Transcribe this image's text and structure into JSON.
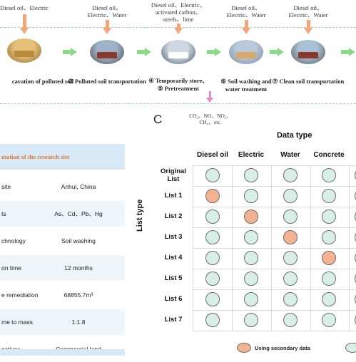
{
  "colors": {
    "primary_circle": "#d8efe8",
    "secondary_circle": "#f4b390",
    "flow_arrow": "#8dd98c",
    "input_arrow": "#f4a57a",
    "emission_arrow": "#e88bc8",
    "header_text": "#e4762f"
  },
  "flow": {
    "inputs": [
      {
        "lines": [
          "Diesel oil、Electric"
        ]
      },
      {
        "lines": [
          "Diesel oil、",
          "Electric、Water"
        ]
      },
      {
        "lines": [
          "Diesel oil、Electric、",
          "activated carbon、",
          "steels、lime"
        ]
      },
      {
        "lines": [
          "Diesel oil、",
          "Electric、Water"
        ]
      },
      {
        "lines": [
          "Diesel oil、",
          "Electric、Water"
        ]
      }
    ],
    "steps": [
      {
        "lines": [
          "cavation of polluted soil"
        ]
      },
      {
        "lines": [
          "③ Polluted soil transportation"
        ]
      },
      {
        "lines": [
          "④ Temporarily store、",
          "⑤ Pretreatment"
        ]
      },
      {
        "lines": [
          "⑥ Soil washing and",
          "water treatment"
        ]
      },
      {
        "lines": [
          "⑦ Clean soil transportation"
        ]
      }
    ],
    "emissions": [
      "CO₂、NO、NO₂、",
      "CH₄、etc."
    ]
  },
  "info_table": {
    "header": "mation of the research site",
    "rows": [
      {
        "key": "site",
        "value": "Anhui, China"
      },
      {
        "key": "ts",
        "value": "As、Cd、Pb、Hg"
      },
      {
        "key": "chnology",
        "value": "Soil washing"
      },
      {
        "key": "on time",
        "value": "12 months"
      },
      {
        "key": "e remediation",
        "value": "68855.7m³"
      },
      {
        "key": "me to mass",
        "value": "1:1.8"
      },
      {
        "key": "ectives",
        "value": "Commercial land"
      }
    ]
  },
  "matrix": {
    "panel_letter": "C",
    "x_title": "Data type",
    "y_title": "List type",
    "columns": [
      "Diesel oil",
      "Electric",
      "Water",
      "Concrete"
    ],
    "rows": [
      {
        "label_lines": [
          "Original",
          "List"
        ],
        "secondary_col": -1
      },
      {
        "label_lines": [
          "List 1"
        ],
        "secondary_col": 0
      },
      {
        "label_lines": [
          "List 2"
        ],
        "secondary_col": 1
      },
      {
        "label_lines": [
          "List 3"
        ],
        "secondary_col": 2
      },
      {
        "label_lines": [
          "List 4"
        ],
        "secondary_col": 3
      },
      {
        "label_lines": [
          "List 5"
        ],
        "secondary_col": -1
      },
      {
        "label_lines": [
          "List 6"
        ],
        "secondary_col": -1
      },
      {
        "label_lines": [
          "List 7"
        ],
        "secondary_col": -1
      }
    ],
    "legend": {
      "secondary_label": "Using secondary data"
    }
  }
}
